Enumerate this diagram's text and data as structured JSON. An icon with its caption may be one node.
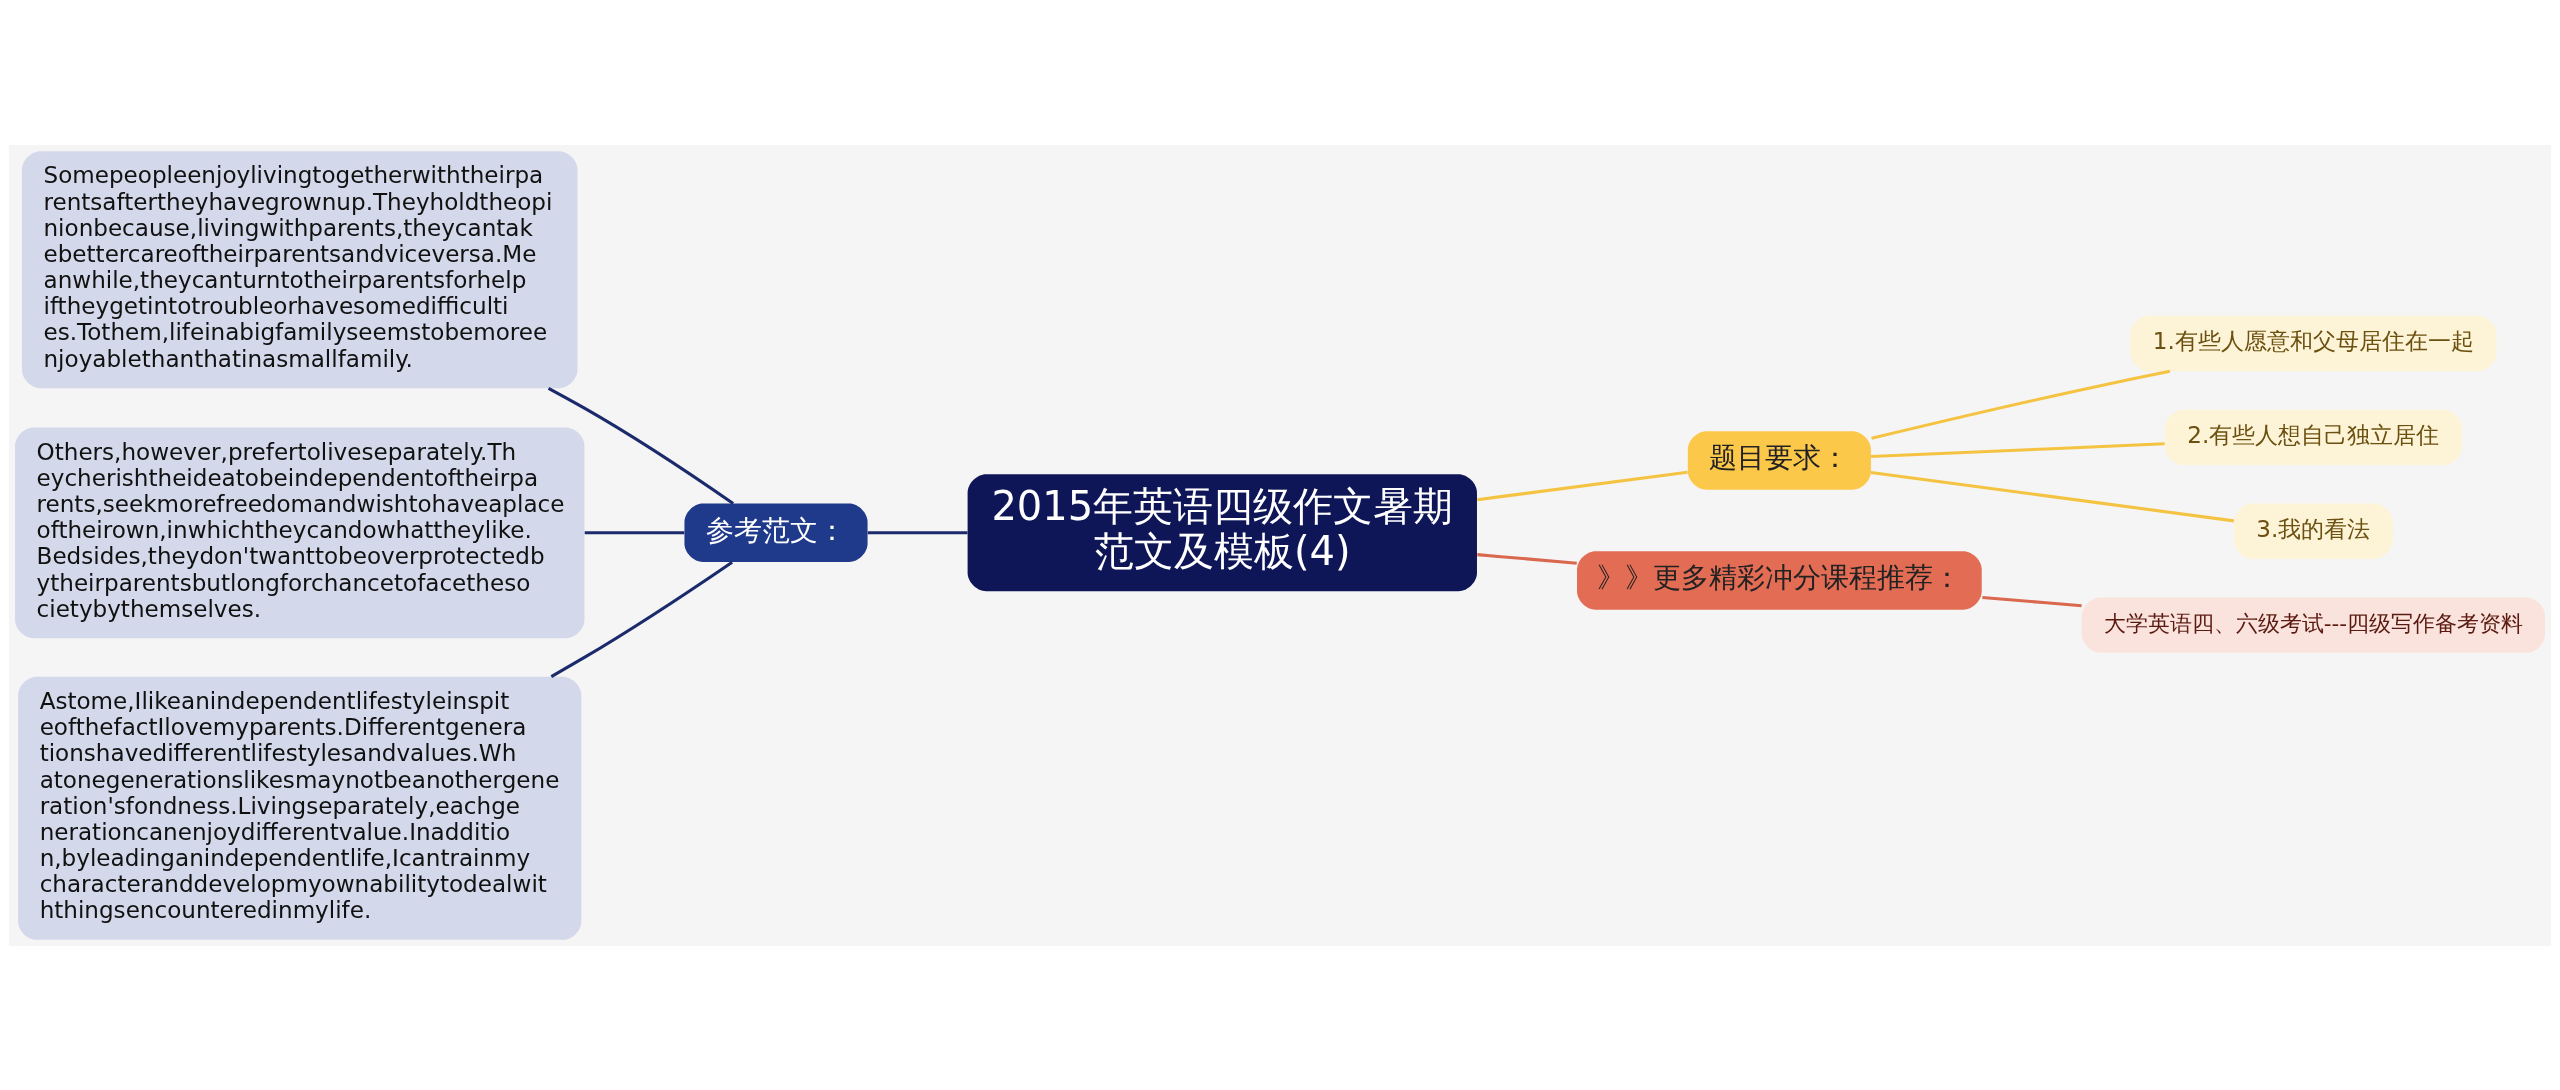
{
  "diagram": {
    "nodes": [
      {
        "text": [
          "2015年英语四级作文暑期范文及模板(4)"
        ]
      },
      {
        "text": [
          "参考范文："
        ]
      },
      {
        "text": [
          "Somepeopleenjoylivingtogetherwiththeirparentsaftertheyhavegrownup.Theyholdtheopinionbecause,livingwithparents,theycantakebettercareoftheirparentsandviceversa.Meanwhile,theycanturntotheirparentsforhelpiftheygetintotroubleorhavesomedifficulties.Tothem,lifeinabigfamilyseemstobemoreenjoyablethanthatinasmallfamily."
        ]
      },
      {
        "text": [
          "Others,however,prefertoliveseparately.Theycherishtheideatobeindependentoftheirparents,seekmorefreedomandwishtohaveaplaceoftheirown,inwhichtheycandowhattheylike.Bedsides,theydon'twanttobeoverprotectedbytheirparentsbutlongforchancetofacethesocietybythemselves."
        ]
      },
      {
        "text": [
          "Astome,IlikeanindependentlifestyleinspiteofthefactIlovemyparents.Differentgenerationshavedifferentlifestylesandvalues.Whatonegenerationslikesmaynotbeanothergeneration'sfondness.Livingseparately,eachgenerationcanenjoydifferentvalue.Inaddition,byleadinganindependentlife,Icantrainmycharacteranddevelopmyownabilitytodealwiththingsencounteredinmylife."
        ]
      },
      {
        "text": [
          "题目要求："
        ]
      },
      {
        "text": [
          "1.有些人愿意和父母居住在一起"
        ]
      },
      {
        "text": [
          "2.有些人想自己独立居住"
        ]
      },
      {
        "text": [
          "3.我的看法"
        ]
      },
      {
        "text": [
          "》》更多精彩冲分课程推荐："
        ]
      },
      {
        "text": [
          "大学英语四、六级考试---四级写作备考资料"
        ]
      }
    ],
    "edges": [
      {
        "from": 0,
        "to": 1,
        "arrow": "none",
        "color": "#1b2a6b"
      },
      {
        "from": 1,
        "to": 2,
        "arrow": "none",
        "color": "#1b2a6b"
      },
      {
        "from": 1,
        "to": 3,
        "arrow": "none",
        "color": "#1b2a6b"
      },
      {
        "from": 1,
        "to": 4,
        "arrow": "none",
        "color": "#1b2a6b"
      },
      {
        "from": 0,
        "to": 5,
        "arrow": "none",
        "color": "#f5c342"
      },
      {
        "from": 5,
        "to": 6,
        "arrow": "none",
        "color": "#f5c342"
      },
      {
        "from": 5,
        "to": 7,
        "arrow": "none",
        "color": "#f5c342"
      },
      {
        "from": 5,
        "to": 8,
        "arrow": "none",
        "color": "#f5c342"
      },
      {
        "from": 0,
        "to": 9,
        "arrow": "none",
        "color": "#d9684f"
      },
      {
        "from": 9,
        "to": 10,
        "arrow": "none",
        "color": "#d9684f"
      }
    ]
  }
}
